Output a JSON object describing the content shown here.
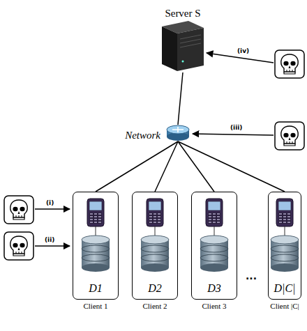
{
  "diagram": {
    "nodes": [
      {
        "text": [
          "Server S"
        ]
      },
      {
        "text": [
          "Network"
        ]
      },
      {
        "text": [
          "D1",
          "Client 1"
        ]
      },
      {
        "text": [
          "D2",
          "Client 2"
        ]
      },
      {
        "text": [
          "D3",
          "Client 3"
        ]
      },
      {
        "text": [
          "D|C|",
          "Client |C|"
        ]
      }
    ],
    "edges": [
      {
        "from": 1,
        "to": 0,
        "arrow": "none"
      },
      {
        "from": 1,
        "to": 2,
        "arrow": "none"
      },
      {
        "from": 1,
        "to": 3,
        "arrow": "none"
      },
      {
        "from": 1,
        "to": 4,
        "arrow": "none"
      },
      {
        "from": 1,
        "to": 5,
        "arrow": "none"
      }
    ],
    "labels": [
      "(i)",
      "(ii)",
      "(iii)",
      "(iv)",
      "..."
    ]
  }
}
